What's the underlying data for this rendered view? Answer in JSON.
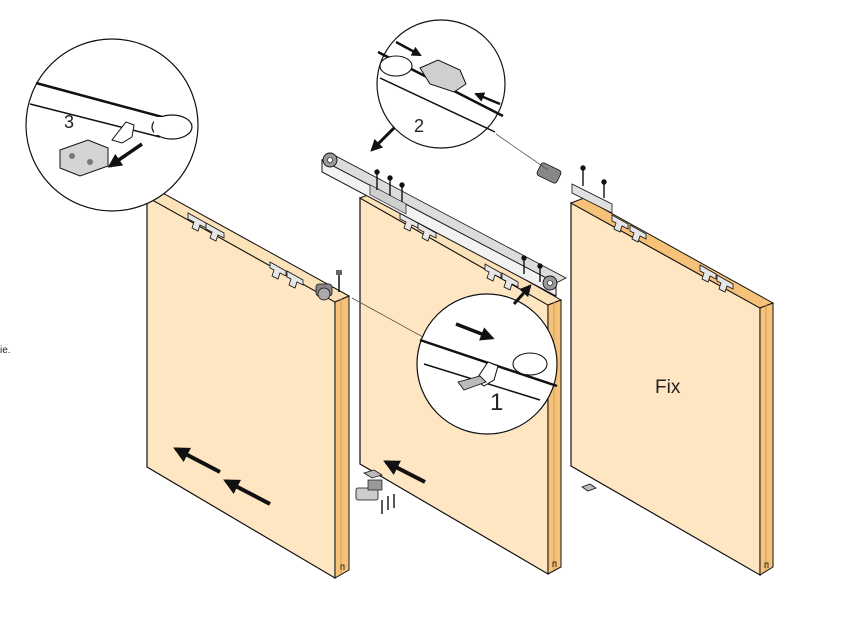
{
  "diagram": {
    "step_labels": [
      "3",
      "2",
      "1"
    ],
    "fixed_panel_label": "Fix",
    "edge_fragment": "ie.",
    "colors": {
      "panel_face": "#fde6c1",
      "panel_edge": "#f6c27a",
      "outline": "#111111",
      "line": "#333333"
    },
    "icons": [
      "arrow-icon",
      "roller-icon",
      "screw-icon",
      "clip-icon",
      "bracket-icon"
    ]
  }
}
